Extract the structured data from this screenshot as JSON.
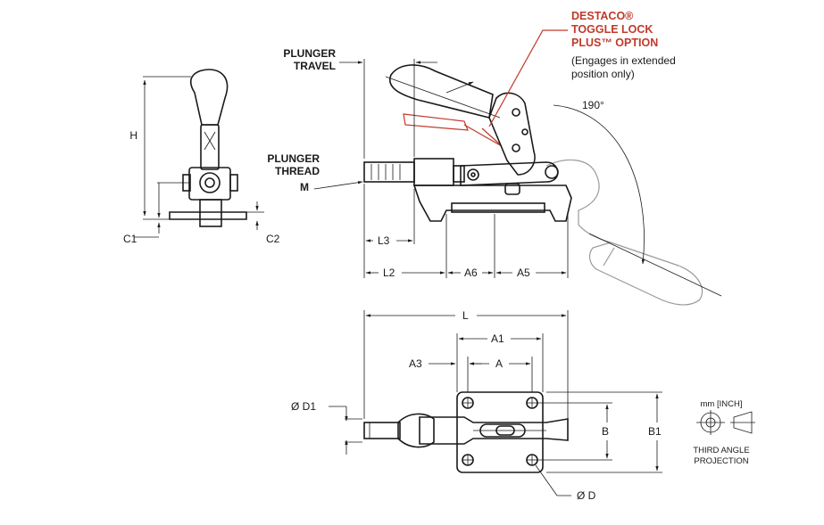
{
  "labels": {
    "plunger_travel_1": "PLUNGER",
    "plunger_travel_2": "TRAVEL",
    "plunger_thread_1": "PLUNGER",
    "plunger_thread_2": "THREAD",
    "m": "M",
    "h": "H",
    "c1": "C1",
    "c2": "C2",
    "l3": "L3",
    "l2": "L2",
    "a6": "A6",
    "a5": "A5",
    "angle": "190°",
    "l": "L",
    "a1": "A1",
    "a3": "A3",
    "a": "A",
    "d1": "Ø D1",
    "b": "B",
    "b1": "B1",
    "d": "Ø D"
  },
  "callout": {
    "line1": "DESTACO®",
    "line2": "TOGGLE LOCK",
    "line3": "PLUS™ OPTION",
    "note1": "(Engages in extended",
    "note2": "position only)"
  },
  "projection": {
    "units": "mm [INCH]",
    "line1": "THIRD ANGLE",
    "line2": "PROJECTION"
  },
  "colors": {
    "accent": "#c0392b",
    "line": "#1a1a1a",
    "ghost": "#9a9a9a"
  }
}
